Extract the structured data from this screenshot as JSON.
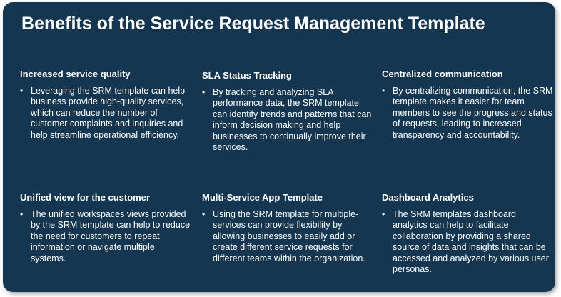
{
  "slide": {
    "title": "Benefits of the Service Request Management Template",
    "background_color": "#143650",
    "text_color": "#ffffff",
    "cards": [
      {
        "heading": "Increased service quality",
        "body": "Leveraging the SRM template can help business provide high-quality services, which can reduce the number of customer complaints and inquiries and help streamline operational efficiency."
      },
      {
        "heading": "SLA Status Tracking",
        "body": "By tracking and analyzing SLA performance data, the SRM template can identify trends and patterns that can inform decision making and help businesses to continually improve their services."
      },
      {
        "heading": "Centralized communication",
        "body": "By centralizing communication, the SRM template makes it easier for team members to see the progress and status of requests, leading to increased transparency and accountability."
      },
      {
        "heading": "Unified view for the customer",
        "body": "The unified workspaces views provided by the SRM template can help to reduce the need for customers to repeat information or navigate multiple systems."
      },
      {
        "heading": "Multi-Service App Template",
        "body": "Using the SRM template for multiple-services can provide flexibility by allowing businesses to easily add or create different service requests for different teams within the organization."
      },
      {
        "heading": "Dashboard Analytics",
        "body": "The SRM templates dashboard analytics can help to facilitate collaboration by providing a shared source of data and insights that can be accessed and analyzed by various user personas."
      }
    ]
  }
}
